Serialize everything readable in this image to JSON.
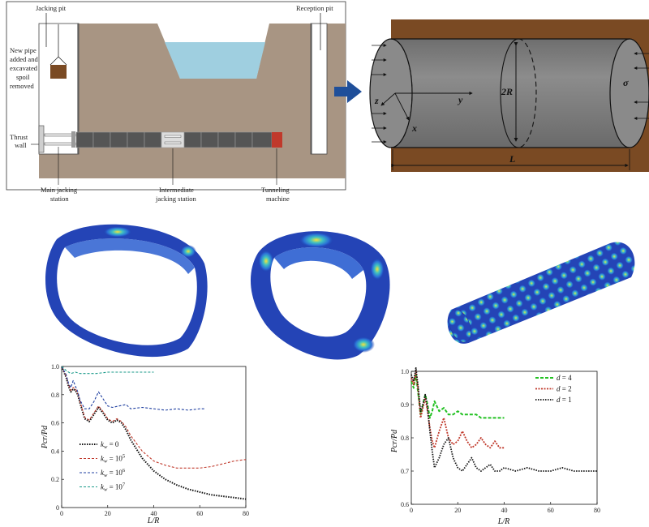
{
  "schematic": {
    "jacking_pit": "Jacking pit",
    "reception_pit": "Reception pit",
    "new_pipe_1": "New pipe",
    "new_pipe_2": "added and",
    "new_pipe_3": "excavated",
    "new_pipe_4": "spoil",
    "new_pipe_5": "removed",
    "thrust_1": "Thrust",
    "thrust_2": "wall",
    "main_1": "Main jacking",
    "main_2": "station",
    "inter_1": "Intermediate",
    "inter_2": "jacking station",
    "tbm_1": "Tunneling",
    "tbm_2": "machine"
  },
  "cylinder": {
    "label_2r": "2R",
    "label_sigma": "σ",
    "label_l": "L",
    "label_x": "x",
    "label_y": "y",
    "label_z": "z"
  },
  "colors": {
    "soil": "#a89583",
    "water": "#9fcfe0",
    "brown": "#7a4a23",
    "pipe_gray": "#7d7d7d",
    "arrow_blue": "#1f4f9a",
    "tbm_red": "#c0392b"
  },
  "chart_data": [
    {
      "type": "line",
      "xlabel": "L/R",
      "ylabel": "Pcr/Pd",
      "xlim": [
        0,
        80
      ],
      "ylim": [
        0,
        1.0
      ],
      "xticks": [
        0,
        20,
        40,
        60,
        80
      ],
      "yticks": [
        0,
        0.2,
        0.4,
        0.6,
        0.8,
        1.0
      ],
      "xtick_labels": [
        "0",
        "20",
        "40",
        "60",
        "80"
      ],
      "ytick_labels": [
        "0",
        "0.2",
        "0.4",
        "0.6",
        "0.8",
        "1.0"
      ],
      "legend_position": "left-center",
      "series": [
        {
          "name": "k = 0",
          "legend_base": "k",
          "legend_sub": "w",
          "legend_eq": " = 0",
          "legend_sup": "",
          "color": "#111111",
          "dash": "1.5,1.5",
          "width": 2.0,
          "x": [
            0,
            2,
            3,
            4,
            5,
            6,
            7,
            8,
            10,
            12,
            14,
            16,
            18,
            20,
            22,
            24,
            26,
            28,
            30,
            35,
            40,
            45,
            50,
            55,
            60,
            65,
            70,
            75,
            80
          ],
          "y": [
            1.0,
            0.92,
            0.86,
            0.82,
            0.84,
            0.83,
            0.8,
            0.74,
            0.63,
            0.61,
            0.66,
            0.71,
            0.67,
            0.62,
            0.6,
            0.62,
            0.6,
            0.55,
            0.48,
            0.35,
            0.26,
            0.2,
            0.16,
            0.13,
            0.11,
            0.09,
            0.08,
            0.07,
            0.06
          ]
        },
        {
          "name": "k = 10^5",
          "legend_base": "k",
          "legend_sub": "w",
          "legend_eq": " = 10",
          "legend_sup": "5",
          "color": "#c0392b",
          "dash": "3,2",
          "width": 1.1,
          "x": [
            0,
            2,
            3,
            4,
            5,
            6,
            7,
            8,
            10,
            12,
            14,
            16,
            18,
            20,
            22,
            24,
            26,
            28,
            30,
            35,
            40,
            45,
            50,
            55,
            60,
            65,
            70,
            75,
            80
          ],
          "y": [
            1.0,
            0.93,
            0.87,
            0.83,
            0.85,
            0.84,
            0.81,
            0.75,
            0.64,
            0.62,
            0.67,
            0.72,
            0.68,
            0.63,
            0.61,
            0.63,
            0.61,
            0.57,
            0.51,
            0.4,
            0.33,
            0.3,
            0.28,
            0.28,
            0.28,
            0.29,
            0.31,
            0.33,
            0.34
          ]
        },
        {
          "name": "k = 10^6",
          "legend_base": "k",
          "legend_sub": "w",
          "legend_eq": " = 10",
          "legend_sup": "6",
          "color": "#1f3fa0",
          "dash": "3,2",
          "width": 1.1,
          "x": [
            0,
            2,
            3,
            4,
            5,
            6,
            7,
            8,
            10,
            12,
            14,
            16,
            18,
            20,
            22,
            25,
            28,
            30,
            35,
            40,
            45,
            50,
            55,
            60,
            62
          ],
          "y": [
            1.0,
            0.94,
            0.88,
            0.85,
            0.9,
            0.86,
            0.82,
            0.76,
            0.7,
            0.7,
            0.75,
            0.82,
            0.77,
            0.72,
            0.71,
            0.72,
            0.73,
            0.7,
            0.71,
            0.7,
            0.69,
            0.7,
            0.69,
            0.7,
            0.7
          ]
        },
        {
          "name": "k = 10^7",
          "legend_base": "k",
          "legend_sub": "w",
          "legend_eq": " = 10",
          "legend_sup": "7",
          "color": "#1a9a8a",
          "dash": "3,2",
          "width": 1.1,
          "x": [
            0,
            2,
            4,
            6,
            8,
            10,
            15,
            20,
            25,
            30,
            35,
            40
          ],
          "y": [
            1.0,
            0.97,
            0.95,
            0.96,
            0.95,
            0.95,
            0.95,
            0.96,
            0.96,
            0.96,
            0.96,
            0.96
          ]
        }
      ]
    },
    {
      "type": "line",
      "xlabel": "L/R",
      "ylabel": "Pcr/Pd",
      "xlim": [
        0,
        80
      ],
      "ylim": [
        0.6,
        1.0
      ],
      "xticks": [
        0,
        20,
        40,
        60,
        80
      ],
      "yticks": [
        0.6,
        0.7,
        0.8,
        0.9,
        1.0
      ],
      "xtick_labels": [
        "0",
        "20",
        "40",
        "60",
        "80"
      ],
      "ytick_labels": [
        "0.6",
        "0.7",
        "0.8",
        "0.9",
        "1.0"
      ],
      "legend_position": "top-right",
      "series": [
        {
          "name": "d = 4",
          "legend_base": "d",
          "legend_sub": "",
          "legend_eq": " = 4",
          "legend_sup": "",
          "color": "#22c122",
          "dash": "4,2",
          "width": 2.0,
          "x": [
            0,
            1,
            2,
            3,
            4,
            5,
            6,
            7,
            8,
            9,
            10,
            12,
            14,
            16,
            18,
            20,
            22,
            25,
            28,
            30,
            35,
            40
          ],
          "y": [
            0.97,
            0.95,
            0.99,
            0.93,
            0.87,
            0.9,
            0.93,
            0.9,
            0.86,
            0.88,
            0.91,
            0.88,
            0.89,
            0.87,
            0.87,
            0.88,
            0.87,
            0.87,
            0.87,
            0.86,
            0.86,
            0.86
          ]
        },
        {
          "name": "d = 2",
          "legend_base": "d",
          "legend_sub": "",
          "legend_eq": " = 2",
          "legend_sup": "",
          "color": "#c0392b",
          "dash": "2,1.5",
          "width": 1.8,
          "x": [
            0,
            1,
            2,
            3,
            4,
            5,
            6,
            7,
            8,
            9,
            10,
            12,
            14,
            16,
            18,
            20,
            22,
            24,
            26,
            28,
            30,
            32,
            34,
            36,
            38,
            40
          ],
          "y": [
            0.98,
            0.96,
            1.0,
            0.94,
            0.86,
            0.89,
            0.92,
            0.88,
            0.83,
            0.79,
            0.77,
            0.82,
            0.86,
            0.8,
            0.78,
            0.79,
            0.82,
            0.79,
            0.77,
            0.78,
            0.8,
            0.78,
            0.77,
            0.79,
            0.77,
            0.77
          ]
        },
        {
          "name": "d = 1",
          "legend_base": "d",
          "legend_sub": "",
          "legend_eq": " = 1",
          "legend_sup": "",
          "color": "#111111",
          "dash": "1.5,1.5",
          "width": 1.8,
          "x": [
            0,
            1,
            2,
            3,
            4,
            5,
            6,
            7,
            8,
            9,
            10,
            12,
            14,
            16,
            18,
            20,
            22,
            24,
            26,
            28,
            30,
            32,
            34,
            36,
            38,
            40,
            45,
            50,
            55,
            60,
            65,
            70,
            75,
            80
          ],
          "y": [
            0.99,
            0.97,
            1.01,
            0.95,
            0.88,
            0.9,
            0.93,
            0.89,
            0.82,
            0.76,
            0.71,
            0.74,
            0.78,
            0.8,
            0.74,
            0.71,
            0.7,
            0.72,
            0.74,
            0.71,
            0.7,
            0.71,
            0.72,
            0.7,
            0.7,
            0.71,
            0.7,
            0.71,
            0.7,
            0.7,
            0.71,
            0.7,
            0.7,
            0.7
          ]
        }
      ]
    }
  ]
}
